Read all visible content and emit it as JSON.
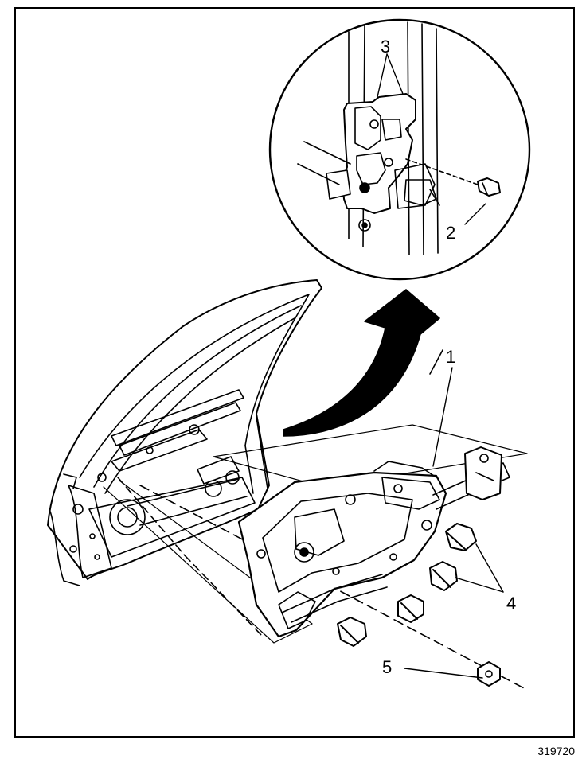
{
  "callouts": {
    "c1": "1",
    "c2": "2",
    "c3": "3",
    "c4": "4",
    "c5": "5"
  },
  "figure_number": "319720",
  "ink_color": "#000000"
}
